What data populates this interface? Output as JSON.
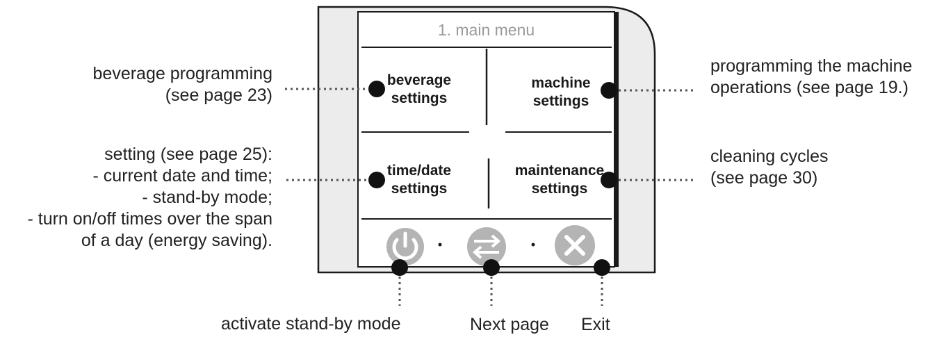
{
  "screen": {
    "title": "1. main menu",
    "buttons": {
      "beverage": [
        "beverage",
        "settings"
      ],
      "machine": [
        "machine",
        "settings"
      ],
      "timedate": [
        "time/date",
        "settings"
      ],
      "maintenance": [
        "maintenance",
        "settings"
      ]
    },
    "bottom_icons": [
      "power-icon",
      "next-page-icon",
      "exit-icon"
    ]
  },
  "callouts": {
    "beverage": [
      "beverage programming",
      "(see page 23)"
    ],
    "machine": [
      "programming the machine",
      "operations (see page 19.)"
    ],
    "timedate": [
      "setting (see page 25):",
      "- current date and time;",
      "- stand-by mode;",
      "- turn on/off times over the span",
      "of a day (energy saving)."
    ],
    "maintenance": [
      "cleaning cycles",
      "(see page 30)"
    ],
    "standby": "activate stand-by mode",
    "next": "Next page",
    "exit": "Exit"
  },
  "colors": {
    "icon_gray": "#b4b4b4",
    "frame_fill": "#ececec",
    "ink": "#1a1a1a"
  }
}
